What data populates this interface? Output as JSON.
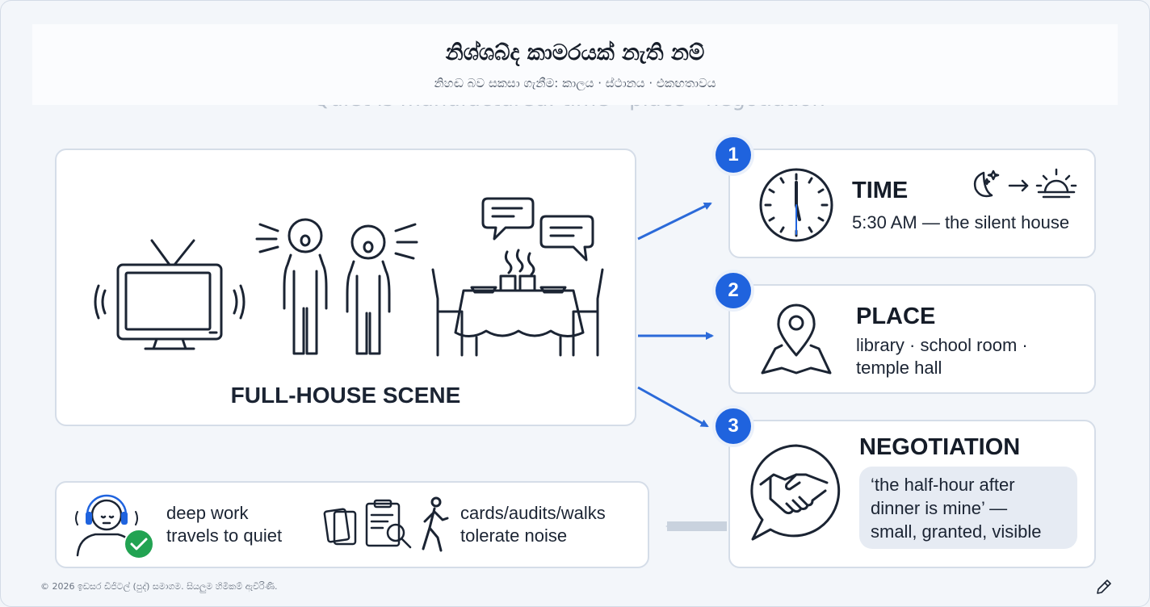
{
  "header": {
    "title": "නිශ්ශබ්ද කාමරයක් නැති නම්",
    "subtitle": "නිහඬ බව සකසා ගැනීම: කාලය · ස්ථානය · එකඟතාවය",
    "ghost_text": "Quiet is manufactured: time · place · negotiation"
  },
  "scene": {
    "label": "FULL-HOUSE SCENE",
    "icons": [
      "tv-icon",
      "talking-people-icon",
      "dinner-table-icon",
      "chat-bubbles-icon"
    ]
  },
  "steps": [
    {
      "number": "1",
      "title": "TIME",
      "text": "5:30 AM — the silent house",
      "icons": [
        "clock-icon",
        "moon-stars-icon",
        "sunrise-icon"
      ]
    },
    {
      "number": "2",
      "title": "PLACE",
      "text_line1": "library · school room ·",
      "text_line2": "temple hall",
      "icons": [
        "map-pin-icon"
      ]
    },
    {
      "number": "3",
      "title": "NEGOTIATION",
      "quote_line1": "‘the half-hour after",
      "quote_line2": "dinner is mine’ —",
      "quote_line3": "small, granted, visible",
      "icons": [
        "handshake-icon"
      ]
    }
  ],
  "outcomes": [
    {
      "line1": "deep work",
      "line2": "travels to quiet",
      "icons": [
        "headphones-person-icon",
        "check-icon"
      ]
    },
    {
      "line1": "cards/audits/walks",
      "line2": "tolerate noise",
      "icons": [
        "cards-icon",
        "clipboard-search-icon",
        "walking-person-icon"
      ]
    }
  ],
  "footer": {
    "text": "© 2026 ඉඩසර ඩිජිටල් (පුද්) සමාගම. සියලුම හිමිකම් ඇවිරිණි."
  },
  "colors": {
    "accent": "#1f63de",
    "arrow_gray": "#c9d2de",
    "card_border": "#d5dde8"
  }
}
